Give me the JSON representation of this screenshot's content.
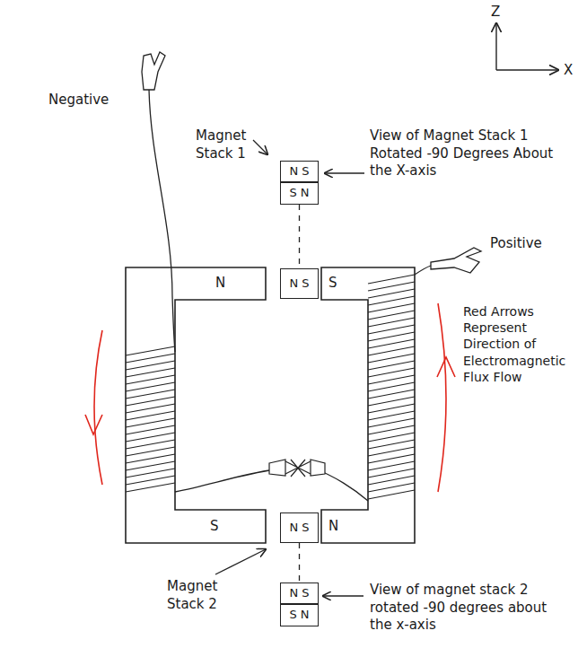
{
  "diagram": {
    "nodes": [
      {
        "text": [
          "N S"
        ]
      },
      {
        "text": [
          "S N"
        ]
      },
      {
        "text": [
          "N S"
        ]
      },
      {
        "text": [
          "N S"
        ]
      },
      {
        "text": [
          "N S"
        ]
      },
      {
        "text": [
          "S N"
        ]
      }
    ],
    "edges": [
      {
        "from": 1,
        "to": 2,
        "arrow": "none"
      },
      {
        "from": 3,
        "to": 4,
        "arrow": "none"
      }
    ],
    "labels": [
      "Z",
      "X",
      "Magnet Stack 1",
      "View of Magnet Stack 1 Rotated -90 Degrees About the X-axis",
      "Negative",
      "Positive",
      "N",
      "S",
      "S",
      "N",
      "Red Arrows Represent Direction of Electromagnetic Flux Flow",
      "Magnet Stack 2",
      "View of magnet stack 2 rotated -90 degrees about the x-axis"
    ]
  }
}
